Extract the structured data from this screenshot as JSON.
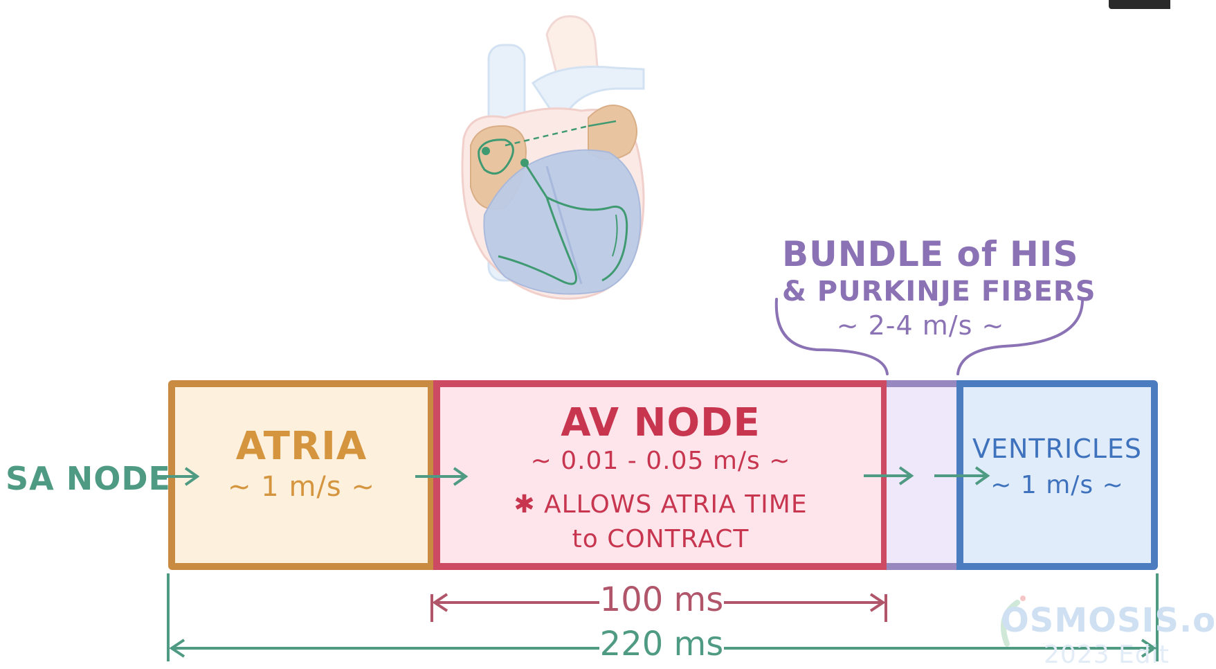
{
  "diagram": {
    "sa_node": "SA NODE",
    "atria": {
      "title": "ATRIA",
      "speed": "~ 1 m/s ~"
    },
    "av_node": {
      "title": "AV NODE",
      "speed": "~ 0.01 - 0.05 m/s ~",
      "note_line1": "✱ ALLOWS ATRIA TIME",
      "note_line2": "to CONTRACT"
    },
    "bundle": {
      "line1": "BUNDLE of HIS",
      "line2": "& PURKINJE FIBERS",
      "speed": "~ 2-4 m/s ~"
    },
    "ventricles": {
      "title": "VENTRICLES",
      "speed": "~ 1 m/s ~"
    },
    "timing": {
      "av_delay": "100 ms",
      "total": "220 ms"
    }
  },
  "watermark": {
    "brand": "OSMOSIS.o",
    "edition": "2023 Edit"
  },
  "colors": {
    "atria": "#c98a42",
    "av_node": "#cc4a62",
    "bundle": "#9888c0",
    "ventricles": "#4c7cc0",
    "conduction": "#4f9a82"
  }
}
